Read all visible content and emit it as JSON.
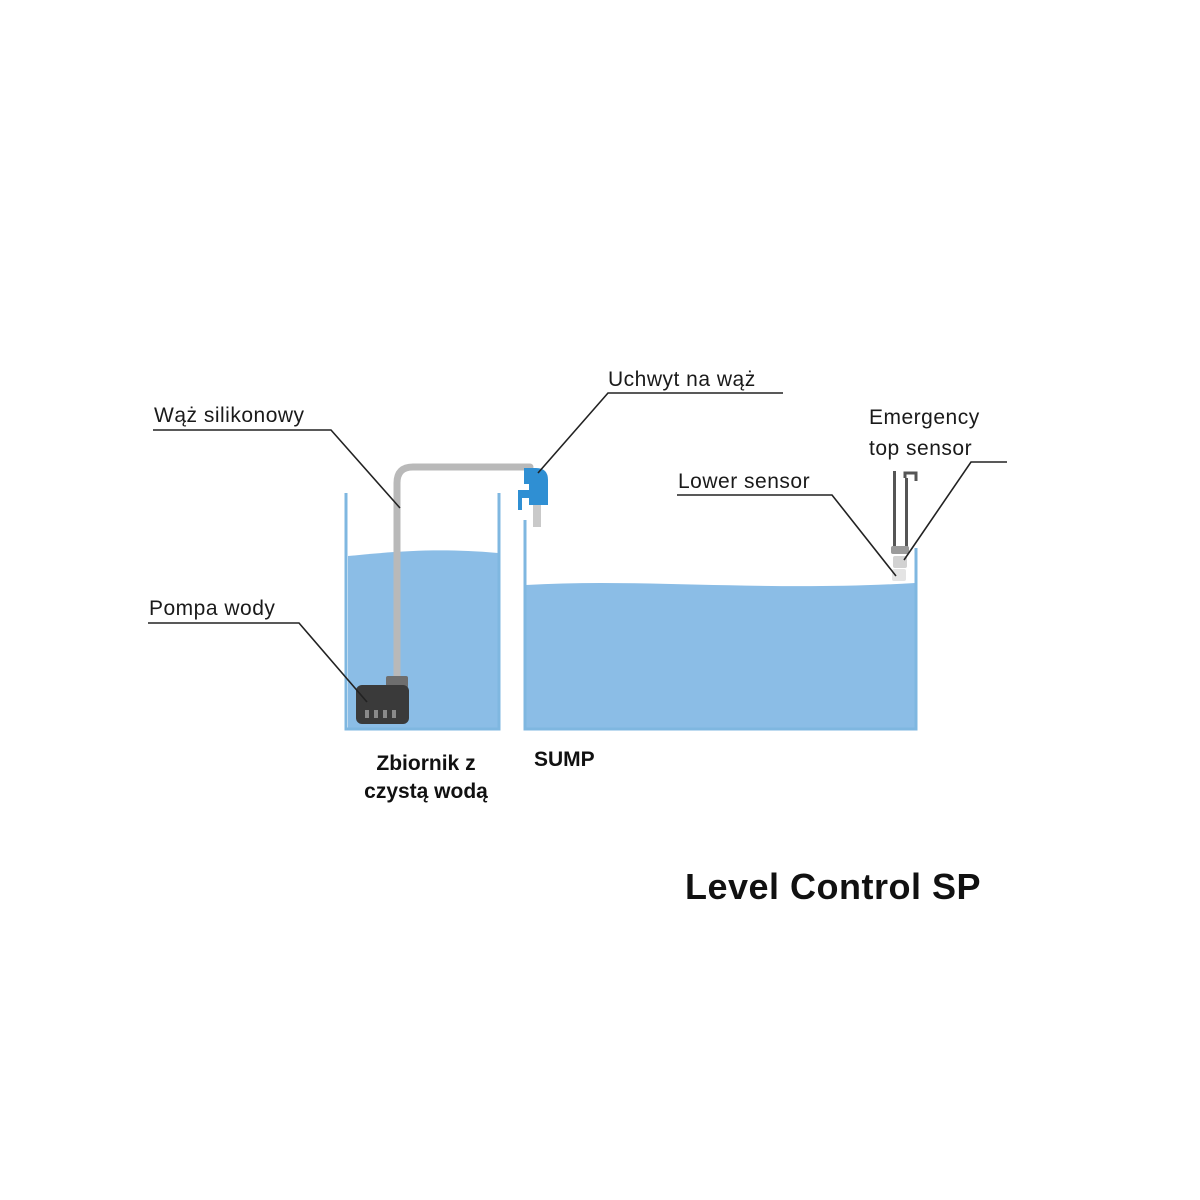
{
  "callouts": {
    "hose": "Wąż silikonowy",
    "hose_holder": "Uchwyt na wąż",
    "emergency_sensor_line1": "Emergency",
    "emergency_sensor_line2": "top sensor",
    "lower_sensor": "Lower sensor",
    "pump": "Pompa wody"
  },
  "tanks": {
    "reservoir_line1": "Zbiornik z",
    "reservoir_line2": "czystą wodą",
    "sump": "SUMP"
  },
  "title": "Level Control SP",
  "colors": {
    "water": "#8bbde6",
    "tank_wall": "#7fb7e0",
    "hose": "#b9b9b9",
    "holder": "#2f8fd3",
    "pump": "#3a3a3a",
    "leader_line": "#222222"
  }
}
